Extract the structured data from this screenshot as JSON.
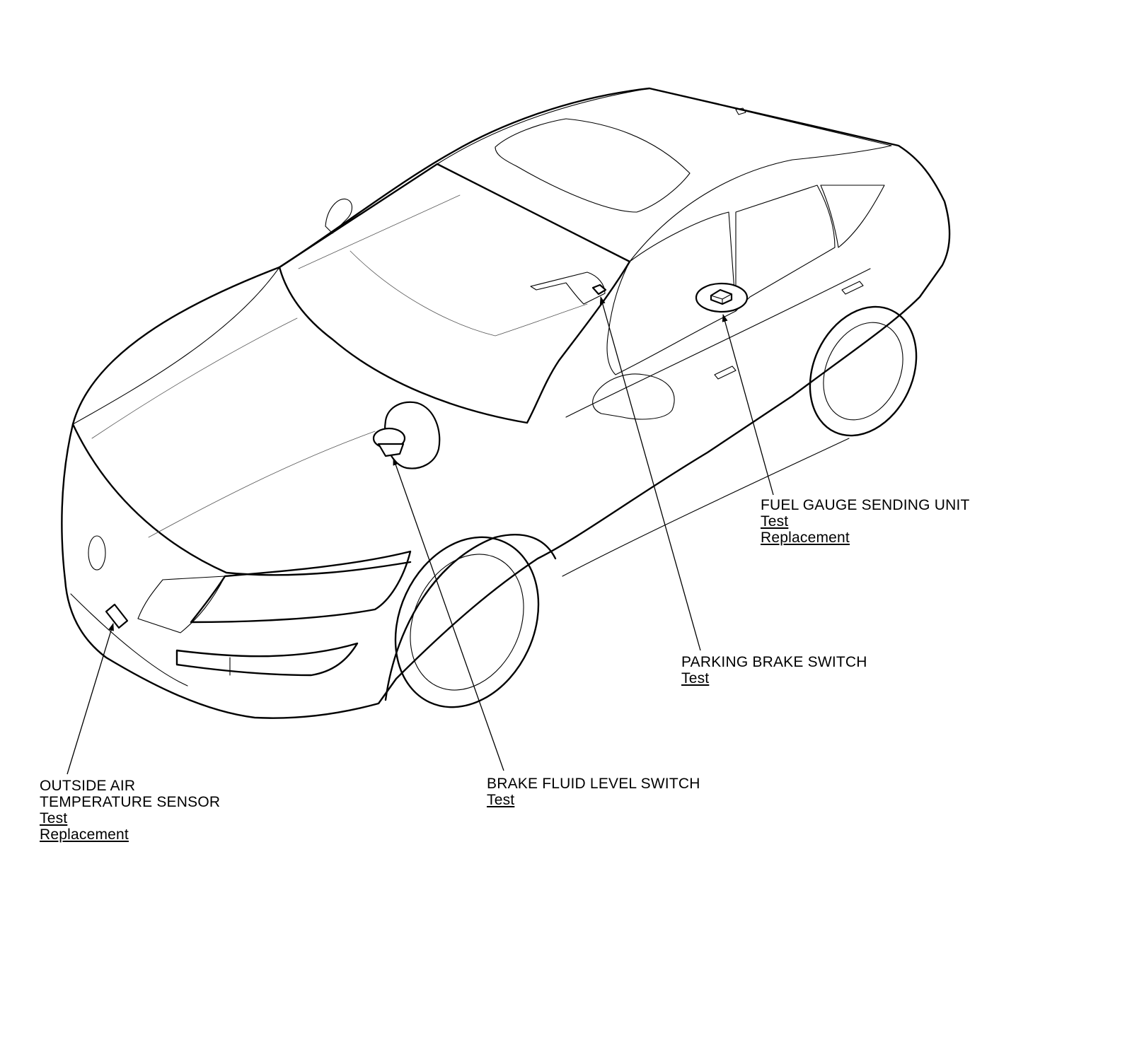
{
  "callouts": {
    "fuel_gauge": {
      "title": "FUEL GAUGE SENDING UNIT",
      "links": [
        "Test",
        "Replacement"
      ]
    },
    "parking_brake": {
      "title": "PARKING BRAKE SWITCH",
      "links": [
        "Test"
      ]
    },
    "brake_fluid": {
      "title": "BRAKE FLUID LEVEL SWITCH",
      "links": [
        "Test"
      ]
    },
    "outside_air": {
      "title_lines": [
        "OUTSIDE AIR",
        "TEMPERATURE SENSOR"
      ],
      "links": [
        "Test",
        "Replacement"
      ]
    }
  },
  "colors": {
    "line": "#000000",
    "background": "#ffffff"
  }
}
